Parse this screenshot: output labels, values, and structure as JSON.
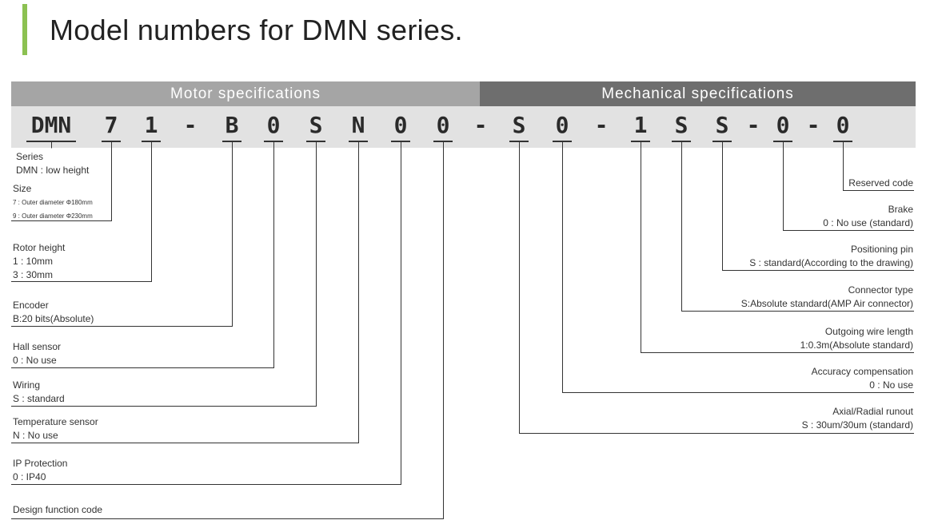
{
  "title": "Model numbers for DMN series.",
  "accent_color": "#8cc152",
  "sections": {
    "motor": "Motor specifications",
    "mechanical": "Mechanical specifications"
  },
  "code": {
    "series": "DMN",
    "size": "7",
    "rotor": "1",
    "dash1": "-",
    "encoder": "B",
    "hall": "0",
    "wiring": "S",
    "temp": "N",
    "ip": "0",
    "design": "0",
    "dash2": "-",
    "runout": "S",
    "accuracy": "0",
    "dash3": "-",
    "wire_length": "1",
    "connector": "S",
    "pin": "S",
    "dash4": "-",
    "brake": "0",
    "dash5": "-",
    "reserved": "0"
  },
  "labels": {
    "series": {
      "name": "Series",
      "value": "DMN : low height"
    },
    "size": {
      "name": "Size",
      "value1": "7 : Outer diameter Φ180mm",
      "value2": "9 : Outer diameter Φ230mm"
    },
    "rotor": {
      "name": "Rotor height",
      "value1": "1 : 10mm",
      "value2": "3 : 30mm"
    },
    "encoder": {
      "name": "Encoder",
      "value": "B:20 bits(Absolute)"
    },
    "hall": {
      "name": "Hall sensor",
      "value": "0 : No use"
    },
    "wiring": {
      "name": "Wiring",
      "value": "S : standard"
    },
    "temp": {
      "name": "Temperature sensor",
      "value": "N : No use"
    },
    "ip": {
      "name": "IP Protection",
      "value": "0 : IP40"
    },
    "design": {
      "name": "Design function code"
    },
    "reserved": {
      "name": "Reserved code"
    },
    "brake": {
      "name": "Brake",
      "value": "0 : No use (standard)"
    },
    "pin": {
      "name": "Positioning pin",
      "value": "S : standard(According to the drawing)"
    },
    "connector": {
      "name": "Connector type",
      "value": "S:Absolute standard(AMP Air connector)"
    },
    "wire_length": {
      "name": "Outgoing wire length",
      "value": "1:0.3m(Absolute standard)"
    },
    "accuracy": {
      "name": "Accuracy compensation",
      "value": "0 : No use"
    },
    "runout": {
      "name": "Axial/Radial runout",
      "value": "S : 30um/30um (standard)"
    }
  }
}
